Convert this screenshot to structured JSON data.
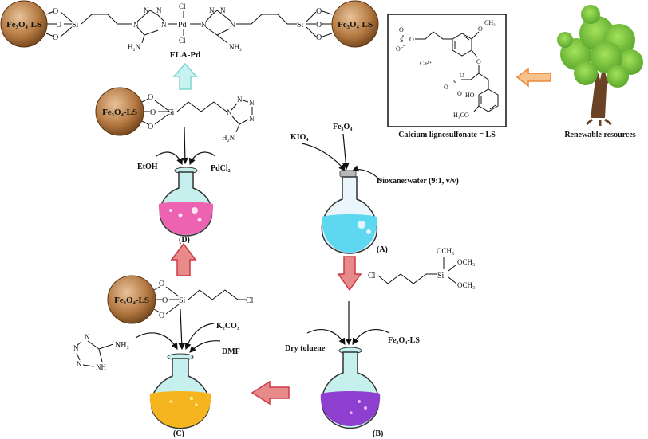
{
  "colors": {
    "ball_outer": "#8a5a2b",
    "ball_inner": "#d9a877",
    "arrow_pink": "#e98a8a",
    "arrow_pink_stroke": "#cc3b47",
    "arrow_cyan": "#c8f3f1",
    "arrow_cyan_stroke": "#7fd6cf",
    "arrow_orange": "#f6c38e",
    "arrow_orange_stroke": "#e9883b",
    "flask_A": "#5ed8f0",
    "flask_B": "#8f3fd0",
    "flask_C": "#f5b51e",
    "flask_D": "#ee62b2",
    "tree_leaf": "#7ac943",
    "tree_trunk": "#6b4225"
  },
  "labels": {
    "fe3o4_ls": "Fe₃O₄-LS",
    "fla_pd": "FLA-Pd",
    "renewable": "Renewable resources",
    "ls_name": "Calcium lignosulfonate = LS",
    "kio4": "KIO₄",
    "fe3o4": "Fe₃O₄",
    "dioxane": "Dioxane:water (9:1, v/v)",
    "dry_toluene": "Dry toluene",
    "fe3o4_ls_reagent": "Fe₃O₄-LS",
    "k2co3": "K₂CO₃",
    "dmf": "DMF",
    "etoh": "EtOH",
    "pdcl2": "PdCl₂",
    "step_A": "(A)",
    "step_B": "(B)",
    "step_C": "(C)",
    "step_D": "(D)"
  },
  "atoms": {
    "O": "O",
    "Si": "Si",
    "Cl": "Cl",
    "N": "N",
    "Pd": "Pd",
    "NH": "NH",
    "NH2": "NH₂",
    "H2N": "H₂N",
    "H": "H",
    "OCH3": "OCH₃",
    "OCH3_left": "H₃CO",
    "OH": "HO",
    "Ca": "Ca²⁺",
    "S": "S",
    "Ominus": "O⁻",
    "CH3": "CH₃"
  }
}
